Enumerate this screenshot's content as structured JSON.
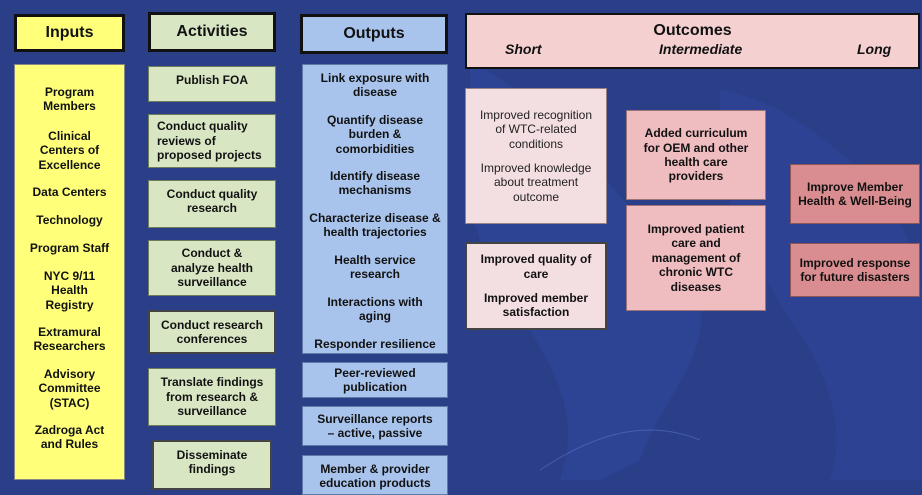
{
  "headers": {
    "inputs": "Inputs",
    "activities": "Activities",
    "outputs": "Outputs",
    "outcomes": "Outcomes",
    "short": "Short",
    "intermediate": "Intermediate",
    "long": "Long"
  },
  "inputs": [
    "Program Members",
    "Clinical Centers of Excellence",
    "Data Centers",
    "Technology",
    "Program Staff",
    "NYC 9/11 Health Registry",
    "Extramural Researchers",
    "Advisory Committee (STAC)",
    "Zadroga Act and Rules"
  ],
  "activities": [
    "Publish FOA",
    "Conduct quality reviews of proposed projects",
    "Conduct quality research",
    "Conduct & analyze health surveillance",
    "Conduct research conferences",
    "Translate findings from research & surveillance",
    "Disseminate findings"
  ],
  "outputs_group": [
    "Link exposure with disease",
    "Quantify disease burden & comorbidities",
    "Identify disease mechanisms",
    "Characterize disease & health trajectories",
    "Health service research",
    "Interactions with aging",
    "Responder resilience"
  ],
  "outputs_single": [
    "Peer-reviewed publication",
    "Surveillance reports – active, passive",
    "Member & provider education products"
  ],
  "outcomes_short": {
    "box1_a": "Improved recognition of WTC-related conditions",
    "box1_b": "Improved knowledge about treatment outcome",
    "box2_a": "Improved quality of care",
    "box2_b": "Improved member satisfaction"
  },
  "outcomes_intermediate": {
    "box1": "Added curriculum for OEM and other health care providers",
    "box2": "Improved patient care and management of chronic WTC diseases"
  },
  "outcomes_long": {
    "box1": "Improve Member Health & Well-Being",
    "box2": "Improved response for future disasters"
  },
  "colors": {
    "background": "#2b3f88",
    "inputs": "#ffff7a",
    "activities": "#d8e6c4",
    "outputs": "#a9c4ec",
    "outcomes_header": "#f4d0d0"
  }
}
